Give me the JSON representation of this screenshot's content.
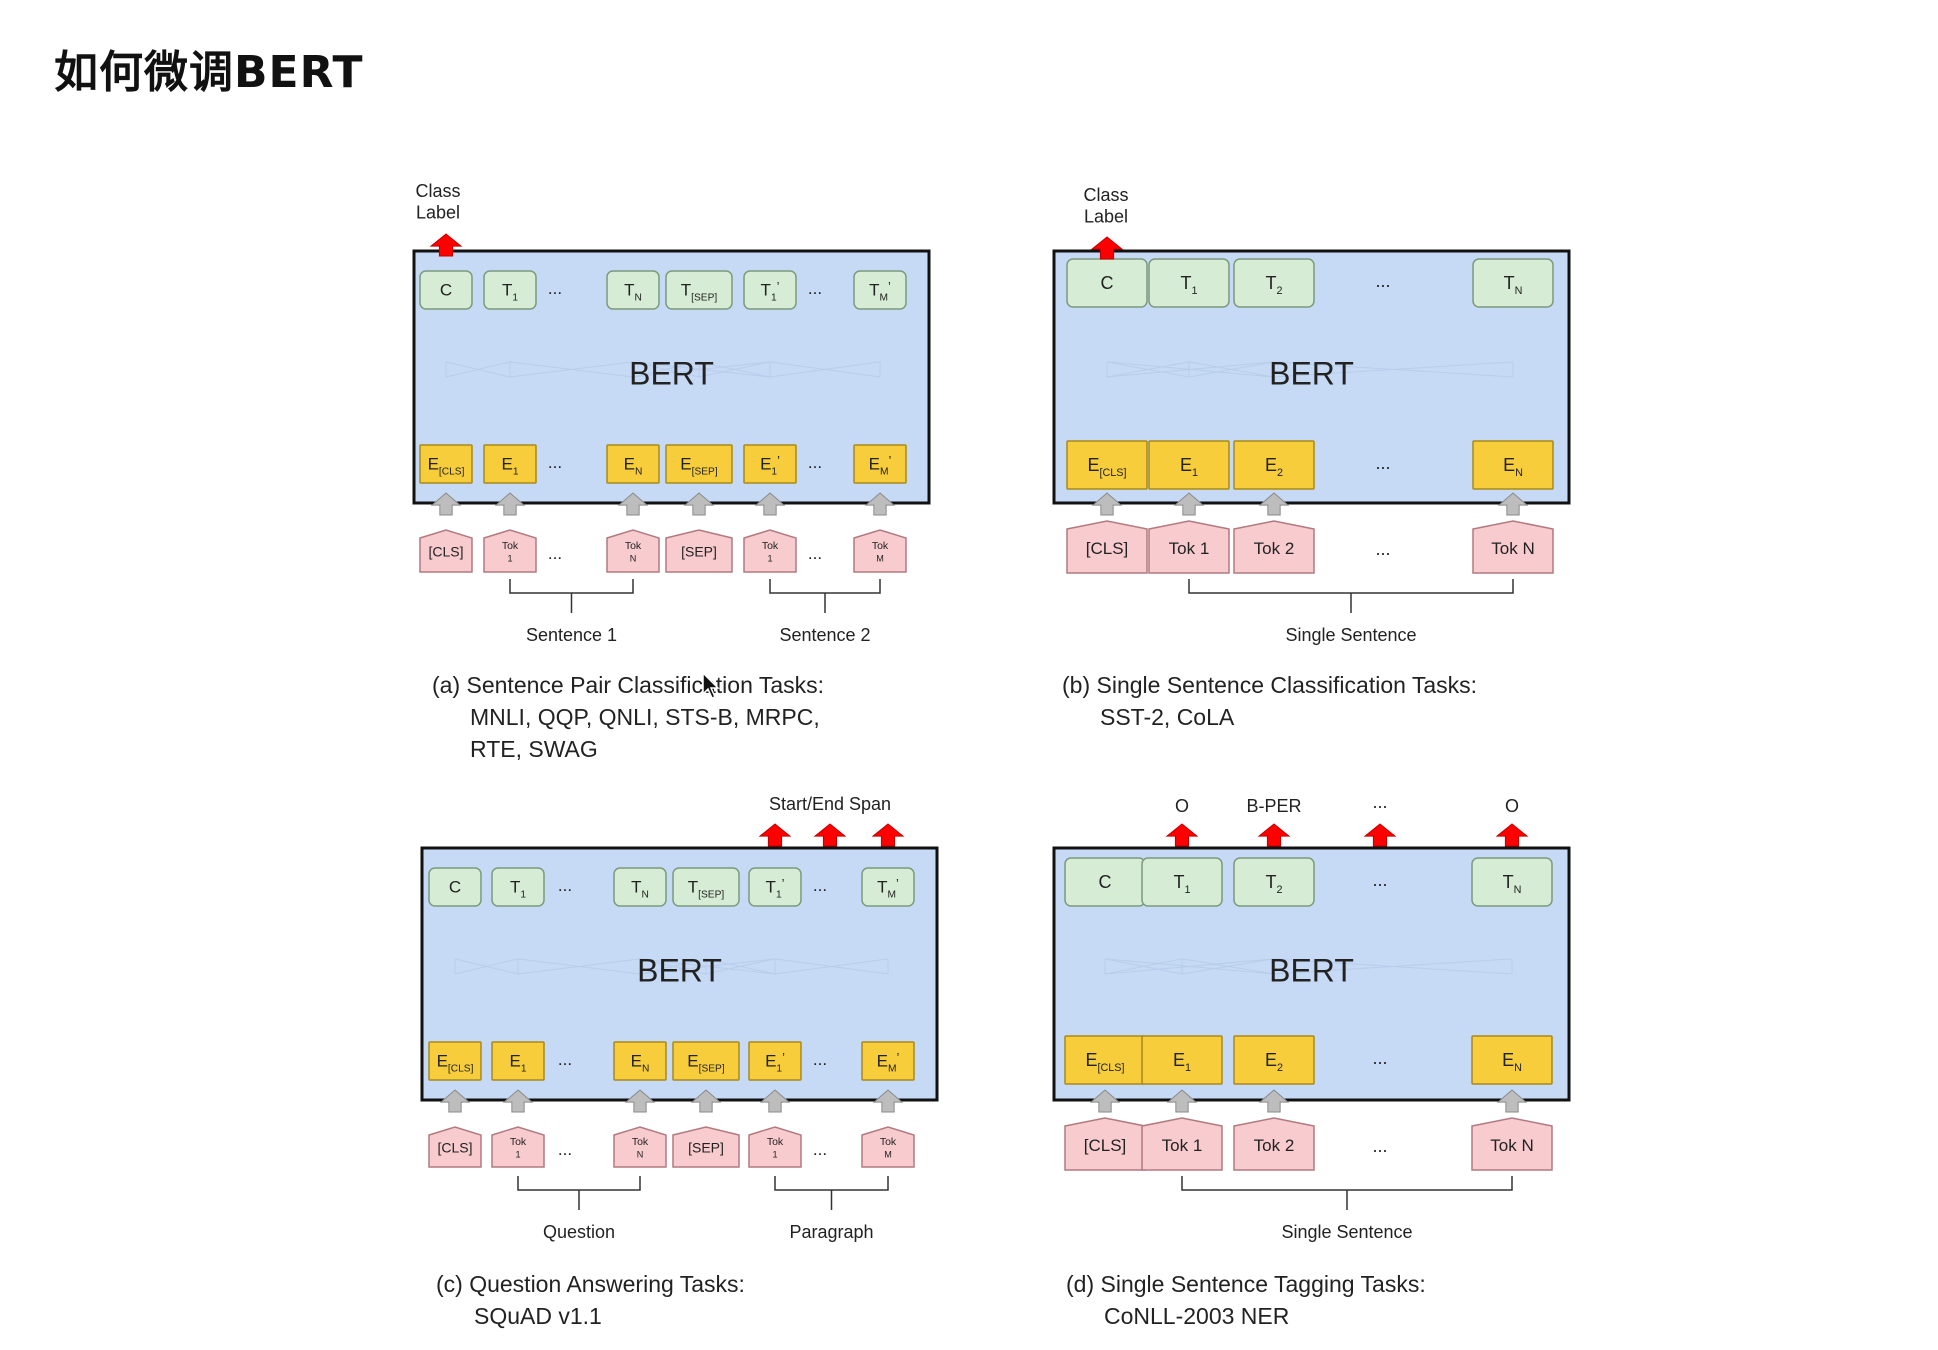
{
  "page_title": "如何微调BERT",
  "colors": {
    "bert_bg": "#c6daf6",
    "output_green": "#d6ecd4",
    "embed_yellow": "#f7cd3b",
    "token_pink": "#f8cbcf",
    "arrow_red": "#ff0000",
    "arrow_gray": "#bdbdbd"
  },
  "panels": [
    {
      "id": "a",
      "model_label": "BERT",
      "outputs": [
        {
          "main": "C",
          "sub": ""
        },
        {
          "main": "T",
          "sub": "1"
        },
        {
          "main": "...",
          "sub": ""
        },
        {
          "main": "T",
          "sub": "N"
        },
        {
          "main": "T",
          "sub": "[SEP]"
        },
        {
          "main": "T",
          "sub": "1",
          "prime": "’"
        },
        {
          "main": "...",
          "sub": ""
        },
        {
          "main": "T",
          "sub": "M",
          "prime": "’"
        }
      ],
      "embeddings": [
        {
          "main": "E",
          "sub": "[CLS]"
        },
        {
          "main": "E",
          "sub": "1"
        },
        {
          "main": "...",
          "sub": ""
        },
        {
          "main": "E",
          "sub": "N"
        },
        {
          "main": "E",
          "sub": "[SEP]"
        },
        {
          "main": "E",
          "sub": "1",
          "prime": "’"
        },
        {
          "main": "...",
          "sub": ""
        },
        {
          "main": "E",
          "sub": "M",
          "prime": "’"
        }
      ],
      "tokens": [
        "[CLS]",
        "Tok\n1",
        "...",
        "Tok\nN",
        "[SEP]",
        "Tok\n1",
        "...",
        "Tok\nM"
      ],
      "top_labels": [
        "Class\nLabel"
      ],
      "groups": [
        "Sentence 1",
        "Sentence 2"
      ],
      "caption_lines": [
        "(a) Sentence Pair Classification Tasks:",
        "MNLI, QQP, QNLI, STS-B, MRPC,",
        "RTE, SWAG"
      ]
    },
    {
      "id": "b",
      "model_label": "BERT",
      "outputs": [
        {
          "main": "C",
          "sub": ""
        },
        {
          "main": "T",
          "sub": "1"
        },
        {
          "main": "T",
          "sub": "2"
        },
        {
          "main": "...",
          "sub": ""
        },
        {
          "main": "T",
          "sub": "N"
        }
      ],
      "embeddings": [
        {
          "main": "E",
          "sub": "[CLS]"
        },
        {
          "main": "E",
          "sub": "1"
        },
        {
          "main": "E",
          "sub": "2"
        },
        {
          "main": "...",
          "sub": ""
        },
        {
          "main": "E",
          "sub": "N"
        }
      ],
      "tokens": [
        "[CLS]",
        "Tok 1",
        "Tok 2",
        "...",
        "Tok N"
      ],
      "top_labels": [
        "Class\nLabel"
      ],
      "groups": [
        "Single Sentence"
      ],
      "caption_lines": [
        "(b) Single Sentence Classification Tasks:",
        "SST-2, CoLA"
      ]
    },
    {
      "id": "c",
      "model_label": "BERT",
      "outputs": [
        {
          "main": "C",
          "sub": ""
        },
        {
          "main": "T",
          "sub": "1"
        },
        {
          "main": "...",
          "sub": ""
        },
        {
          "main": "T",
          "sub": "N"
        },
        {
          "main": "T",
          "sub": "[SEP]"
        },
        {
          "main": "T",
          "sub": "1",
          "prime": "’"
        },
        {
          "main": "...",
          "sub": ""
        },
        {
          "main": "T",
          "sub": "M",
          "prime": "’"
        }
      ],
      "embeddings": [
        {
          "main": "E",
          "sub": "[CLS]"
        },
        {
          "main": "E",
          "sub": "1"
        },
        {
          "main": "...",
          "sub": ""
        },
        {
          "main": "E",
          "sub": "N"
        },
        {
          "main": "E",
          "sub": "[SEP]"
        },
        {
          "main": "E",
          "sub": "1",
          "prime": "’"
        },
        {
          "main": "...",
          "sub": ""
        },
        {
          "main": "E",
          "sub": "M",
          "prime": "’"
        }
      ],
      "tokens": [
        "[CLS]",
        "Tok\n1",
        "...",
        "Tok\nN",
        "[SEP]",
        "Tok\n1",
        "...",
        "Tok\nM"
      ],
      "top_labels": [
        "Start/End Span"
      ],
      "groups": [
        "Question",
        "Paragraph"
      ],
      "caption_lines": [
        "(c) Question Answering Tasks:",
        "SQuAD v1.1"
      ]
    },
    {
      "id": "d",
      "model_label": "BERT",
      "outputs": [
        {
          "main": "C",
          "sub": ""
        },
        {
          "main": "T",
          "sub": "1"
        },
        {
          "main": "T",
          "sub": "2"
        },
        {
          "main": "...",
          "sub": ""
        },
        {
          "main": "T",
          "sub": "N"
        }
      ],
      "embeddings": [
        {
          "main": "E",
          "sub": "[CLS]"
        },
        {
          "main": "E",
          "sub": "1"
        },
        {
          "main": "E",
          "sub": "2"
        },
        {
          "main": "...",
          "sub": ""
        },
        {
          "main": "E",
          "sub": "N"
        }
      ],
      "tokens": [
        "[CLS]",
        "Tok 1",
        "Tok 2",
        "...",
        "Tok N"
      ],
      "top_labels": [
        "O",
        "B-PER",
        "...",
        "O"
      ],
      "groups": [
        "Single Sentence"
      ],
      "caption_lines": [
        "(d) Single Sentence Tagging Tasks:",
        "CoNLL-2003 NER"
      ]
    }
  ]
}
